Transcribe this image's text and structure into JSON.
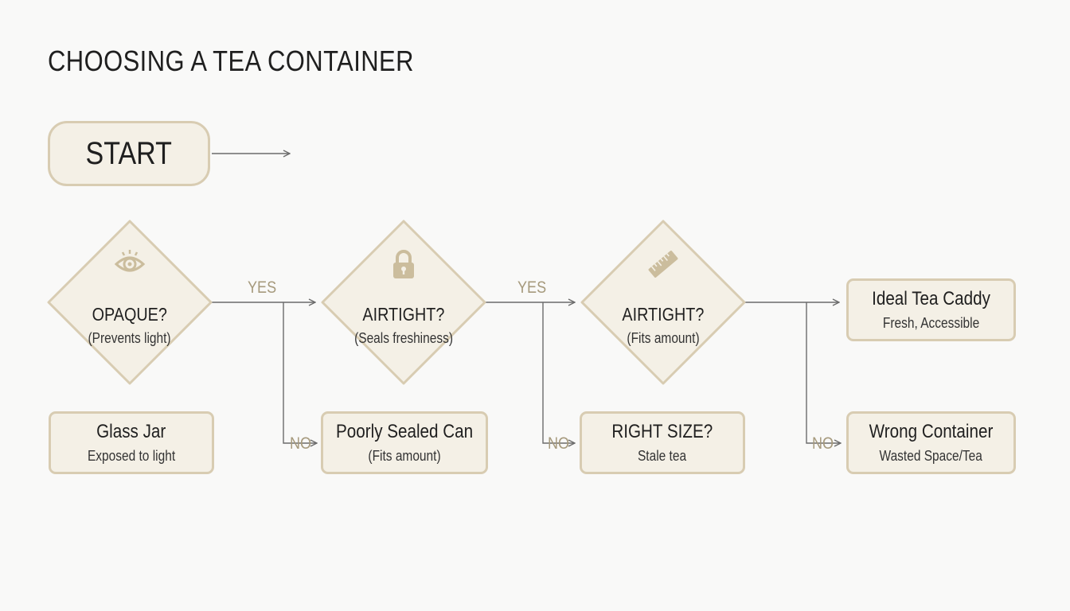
{
  "title": "CHOOSING A TEA CONTAINER",
  "start": {
    "label": "START"
  },
  "decisions": [
    {
      "label": "OPAQUE?",
      "sub": "(Prevents light)",
      "icon": "eye-icon"
    },
    {
      "label": "AIRTIGHT?",
      "sub": "(Seals freshiness)",
      "icon": "lock-icon"
    },
    {
      "label": "AIRTIGHT?",
      "sub": "(Fits amount)",
      "icon": "ruler-icon"
    }
  ],
  "outcomes": {
    "glass_jar": {
      "label": "Glass Jar",
      "sub": "Exposed to light"
    },
    "poorly_sealed": {
      "label": "Poorly Sealed Can",
      "sub": "(Fits amount)"
    },
    "right_size": {
      "label": "RIGHT SIZE?",
      "sub": "Stale tea"
    },
    "ideal": {
      "label": "Ideal Tea Caddy",
      "sub": "Fresh, Accessible"
    },
    "wrong": {
      "label": "Wrong Container",
      "sub": "Wasted Space/Tea"
    }
  },
  "edges": {
    "yes": "YES",
    "no": "NO"
  },
  "colors": {
    "fill": "#f4f0e6",
    "stroke": "#d8ccb2",
    "icon": "#cbbd9d",
    "label": "#a69a7d",
    "line": "#6b6b6b"
  }
}
